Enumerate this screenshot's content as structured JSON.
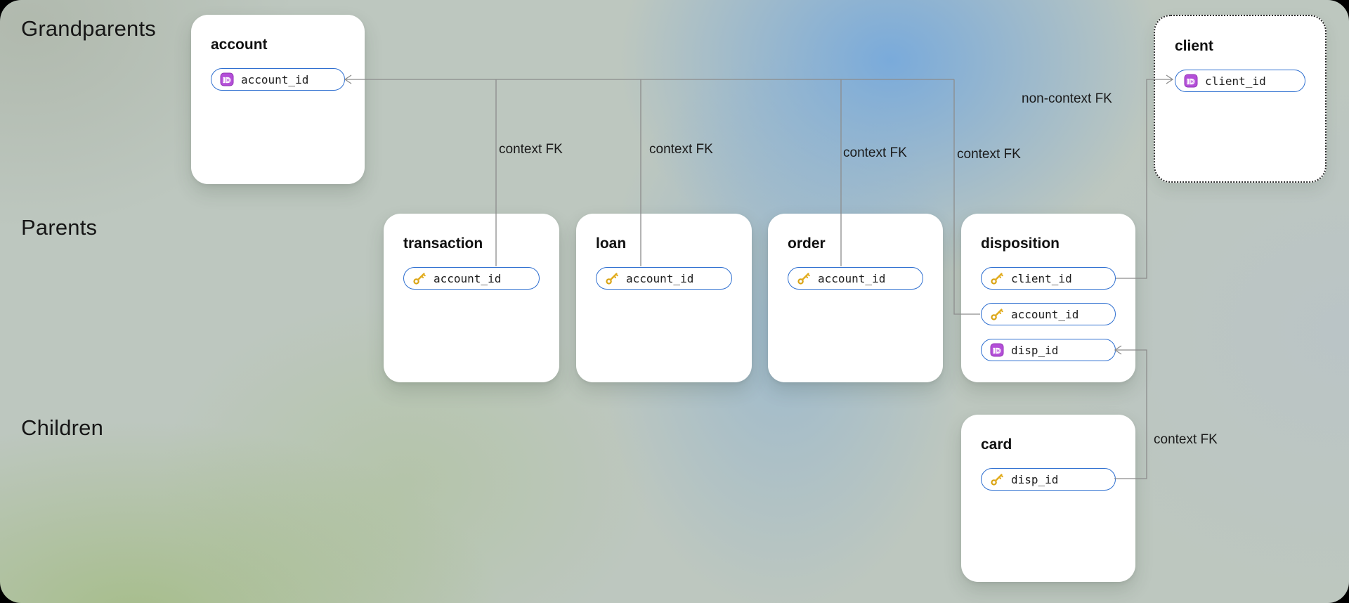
{
  "levels": [
    {
      "label": "Grandparents"
    },
    {
      "label": "Parents"
    },
    {
      "label": "Children"
    }
  ],
  "tables": [
    {
      "name": "account",
      "fields": [
        {
          "name": "account_id",
          "icon": "id-badge-icon"
        }
      ]
    },
    {
      "name": "client",
      "fields": [
        {
          "name": "client_id",
          "icon": "id-badge-icon"
        }
      ]
    },
    {
      "name": "transaction",
      "fields": [
        {
          "name": "account_id",
          "icon": "key-icon"
        }
      ]
    },
    {
      "name": "loan",
      "fields": [
        {
          "name": "account_id",
          "icon": "key-icon"
        }
      ]
    },
    {
      "name": "order",
      "fields": [
        {
          "name": "account_id",
          "icon": "key-icon"
        }
      ]
    },
    {
      "name": "disposition",
      "fields": [
        {
          "name": "client_id",
          "icon": "key-icon"
        },
        {
          "name": "account_id",
          "icon": "key-icon"
        },
        {
          "name": "disp_id",
          "icon": "id-badge-icon"
        }
      ]
    },
    {
      "name": "card",
      "fields": [
        {
          "name": "disp_id",
          "icon": "key-icon"
        }
      ]
    }
  ],
  "edges": [
    {
      "from": "transaction.account_id",
      "to": "account.account_id",
      "label": "context FK"
    },
    {
      "from": "loan.account_id",
      "to": "account.account_id",
      "label": "context FK"
    },
    {
      "from": "order.account_id",
      "to": "account.account_id",
      "label": "context FK"
    },
    {
      "from": "disposition.account_id",
      "to": "account.account_id",
      "label": "context FK"
    },
    {
      "from": "disposition.client_id",
      "to": "client.client_id",
      "label": "non-context FK"
    },
    {
      "from": "card.disp_id",
      "to": "disposition.disp_id",
      "label": "context FK"
    }
  ],
  "icons": {
    "id_badge_text": "ID"
  },
  "colors": {
    "field_pill_border": "#2E6FD0",
    "connector_line": "#8C8C8C",
    "id_badge_purple": "#B44FD8",
    "key_gold": "#E2AC1E",
    "card_background": "#FFFFFF",
    "text_dark": "#161616"
  }
}
